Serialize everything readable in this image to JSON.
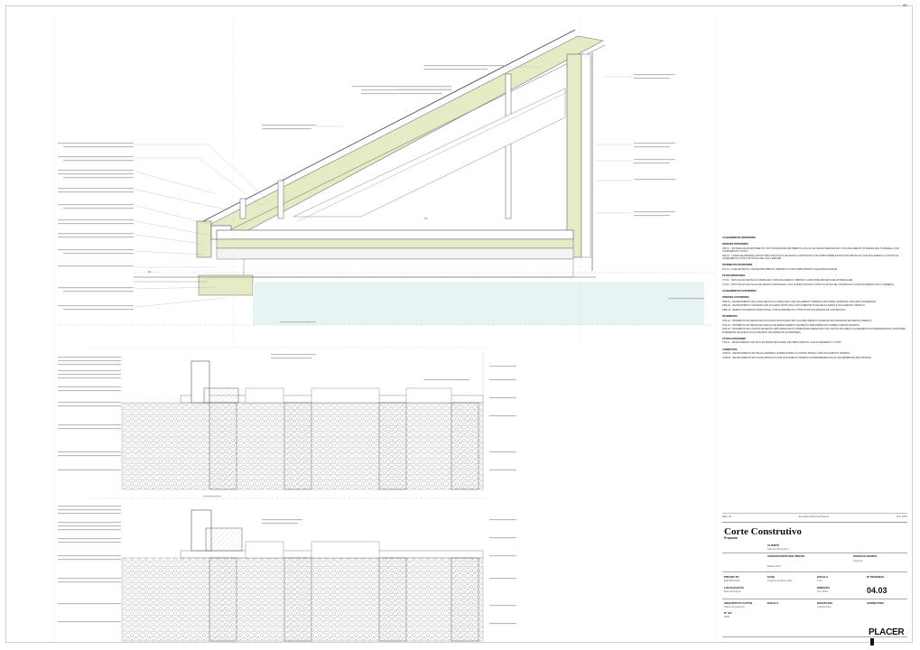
{
  "sheet": {
    "corner_code": "A1",
    "spec": {
      "heading": "ACABAMENTOS INTERIORES",
      "sections": [
        {
          "title": "PAREDES INTERIORES",
          "items": [
            "PRI.01 - SISTEMA DE REVESTIMENTO LISO INTERIOR REVESTIMENTO A PLACA DE GESSO REFORÇADO COM ISOLAMENTO INTERIOR EM LÃ MINERAL COM ACABAMENTO A TINTA",
            "PRI.02 - FORRA DE PAREDE CONSTITUÍDA POR PLACA DE GESSO CARTONADO COM 13MM SOBRE ESTRUTURA METÁLICA COM ISOLAMENTO ACÚSTICO E ACABAMENTO A TINTA PLÁSTICA DE COR A DEFINIR"
          ]
        },
        {
          "title": "PAVIMENTOS INTERIORES",
          "items": [
            "PVI.01 - LAJE DE BETÃO COM REVESTIMENTO CERÂMICO CONFORME PROJETO DE ESPECIALIDADE"
          ]
        },
        {
          "title": "TETOS INTERIORES",
          "items": [
            "TTI.01 - TETO FALSO METÁLICO PERFILADO COM ISOLAMENTO TÉRMICO CONFORME PROJETO DE ESTABILIDADE",
            "TTI.02 - TETO FALSO EM PLACA DE GESSO CARTONADO COM 12.5MM PINTADO A TINTA PLÁSTICA DE COR BRANCA COM ISOLAMENTO EM LÃ MINERAL"
          ]
        },
        {
          "title": "ACABAMENTOS EXTERIORES",
          "items": []
        },
        {
          "title": "PAREDES EXTERIORES",
          "items": [
            "PRE.01 - REVESTIMENTO EM CHAPA METÁLICA ONDULADA COM ISOLAMENTO TÉRMICO EM PAINEL SANDWICH SEGUNDO PORMENOR",
            "PRE.02 - REVESTIMENTO CERÂMICO EM FACHADA VENTILADA COM SUBESTRUTURA EM ALUMÍNIO E ISOLAMENTO TÉRMICO",
            "PRE.03 - REBOCO EXTERIOR TRADICIONAL COM ACABAMENTO A TINTA PLÁSTICA AREADA DE COR BRANCA"
          ]
        },
        {
          "title": "PAVIMENTOS",
          "items": [
            "PVE.01 - PAVIMENTO EXTERIOR EM CALÇADA PORTUGUESA DE CALCÁRIO BRANCO ASSENTE EM ALMOFADA DE AREIA E CIMENTO",
            "PVE.02 - PAVIMENTO EXTERIOR EM GRELHA DE ENRELVAMENTO EM BETÃO PRÉ-FABRICADO SOBRE CAMADA DE BRITA",
            "PVE.03 - PAVIMENTO EM LAJETAS DE BETÃO PRÉ-FABRICADAS SOBRE BASE DRENANTE COM JUNTAS DE AREIA E ACABAMENTO ANTIDERRAPANTE CONFORME PORMENOR DE EXECUÇÃO E PROJETO DE ARRANJOS EXTERIORES"
          ]
        },
        {
          "title": "TETOS EXTERIORES",
          "items": [
            "TTE.01 - REVESTIMENTO DE TETO EXTERIOR EM PAINEL DE FIBROCIMENTO COM ACABAMENTO A TINTA"
          ]
        },
        {
          "title": "COBERTURA",
          "items": [
            "COB.01 - REVESTIMENTO EM TELHA CERÂMICA SOBRE RIPADO E CONTRA RIPADO COM ISOLAMENTO TÉRMICO",
            "COB.02 - REVESTIMENTO EM CHAPA METÁLICA COM ISOLAMENTO TÉRMICO E IMPERMEABILIZAÇÃO EM MEMBRANA BETUMINOSA"
          ]
        }
      ]
    },
    "note_left": "REV. 00",
    "note_mid": "Emissão inicial do Projecto",
    "note_right": "Nov 2019",
    "title_block": {
      "title": "Corte Construtivo",
      "subtitle": "Proposta",
      "client_label": "CLIENTE",
      "client_value": "Câmara Municipal",
      "concept_label": "CONCEITO/ESTUDO PRÉVIO",
      "concept_value": "Editar ID/LV",
      "special_label": "ESPECIALIDADES",
      "special_value": "Projecto",
      "project_label": "PROJECTO",
      "project_value": "EMPREITADA",
      "phase_label": "FASE",
      "phase_value": "Projecto de Execução",
      "scale_label": "ESCALA",
      "scale_value": "1:20",
      "drawing_label": "Nº DESENHO",
      "drawing_number": "04.03",
      "location_label": "LOCALIZAÇÃO",
      "location_value": "Rua da Alegria",
      "issue_label": "EMISSÃO",
      "issue_value": "Nov 2019",
      "architect_label": "ARQUITECTO AUTOR",
      "architect_value": "Placer Arquitectos",
      "stage_label": "ESCALA",
      "discipline_label": "DISCIPLINA",
      "discipline_value": "Arquitectura",
      "signature_label": "ASSINATURA",
      "oa_label": "Nº OA",
      "oa_value": "0000",
      "logo": "PLACER"
    }
  }
}
